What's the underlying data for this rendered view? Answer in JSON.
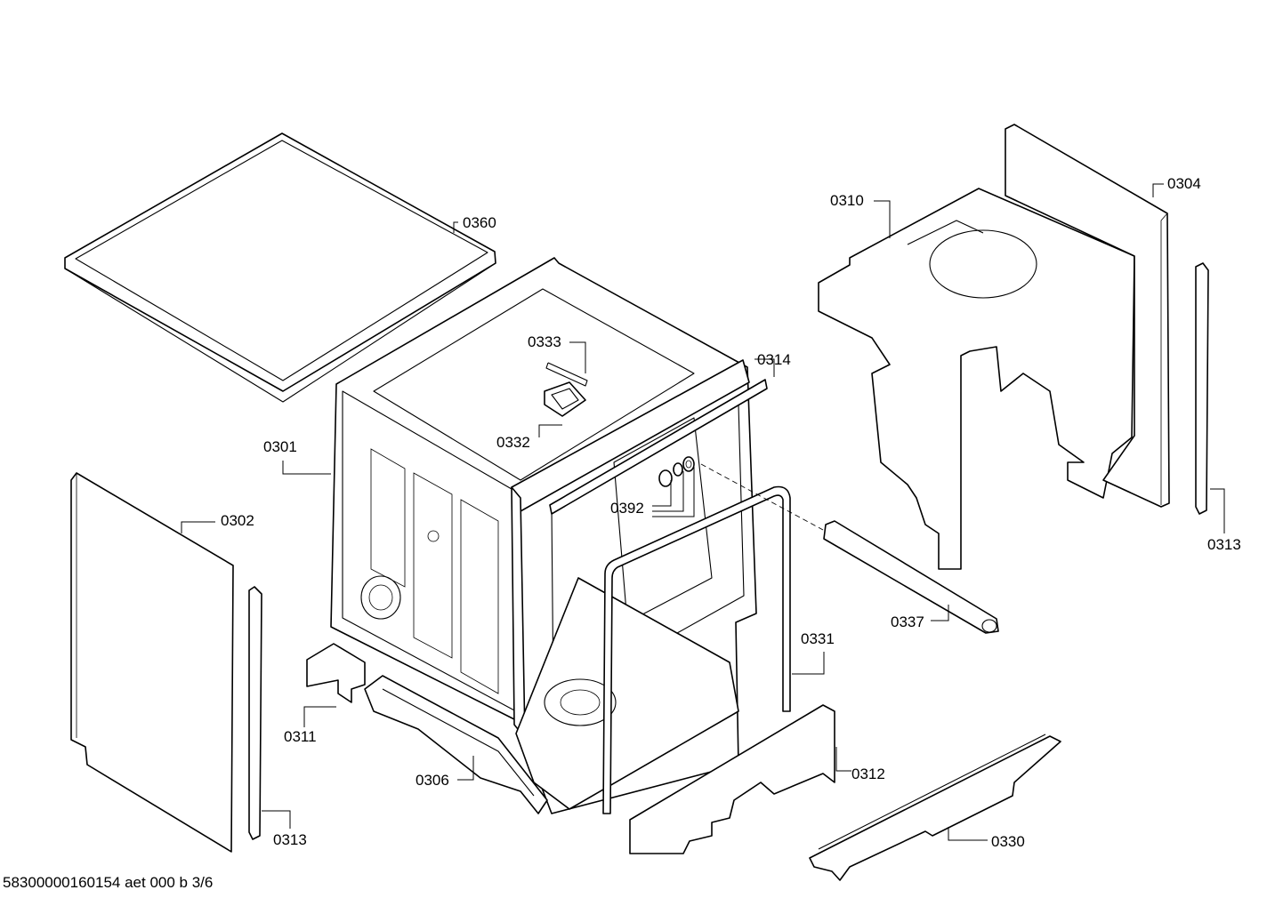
{
  "footer": {
    "document_id": "58300000160154 aet 000 b 3/6"
  },
  "parts": [
    {
      "id": "0360"
    },
    {
      "id": "0333"
    },
    {
      "id": "0314"
    },
    {
      "id": "0332"
    },
    {
      "id": "0301"
    },
    {
      "id": "0302"
    },
    {
      "id": "0392"
    },
    {
      "id": "0310"
    },
    {
      "id": "0304"
    },
    {
      "id": "0313"
    },
    {
      "id": "0337"
    },
    {
      "id": "0331"
    },
    {
      "id": "0311"
    },
    {
      "id": "0306"
    },
    {
      "id": "0312"
    },
    {
      "id": "0330"
    },
    {
      "id": "0313"
    }
  ]
}
